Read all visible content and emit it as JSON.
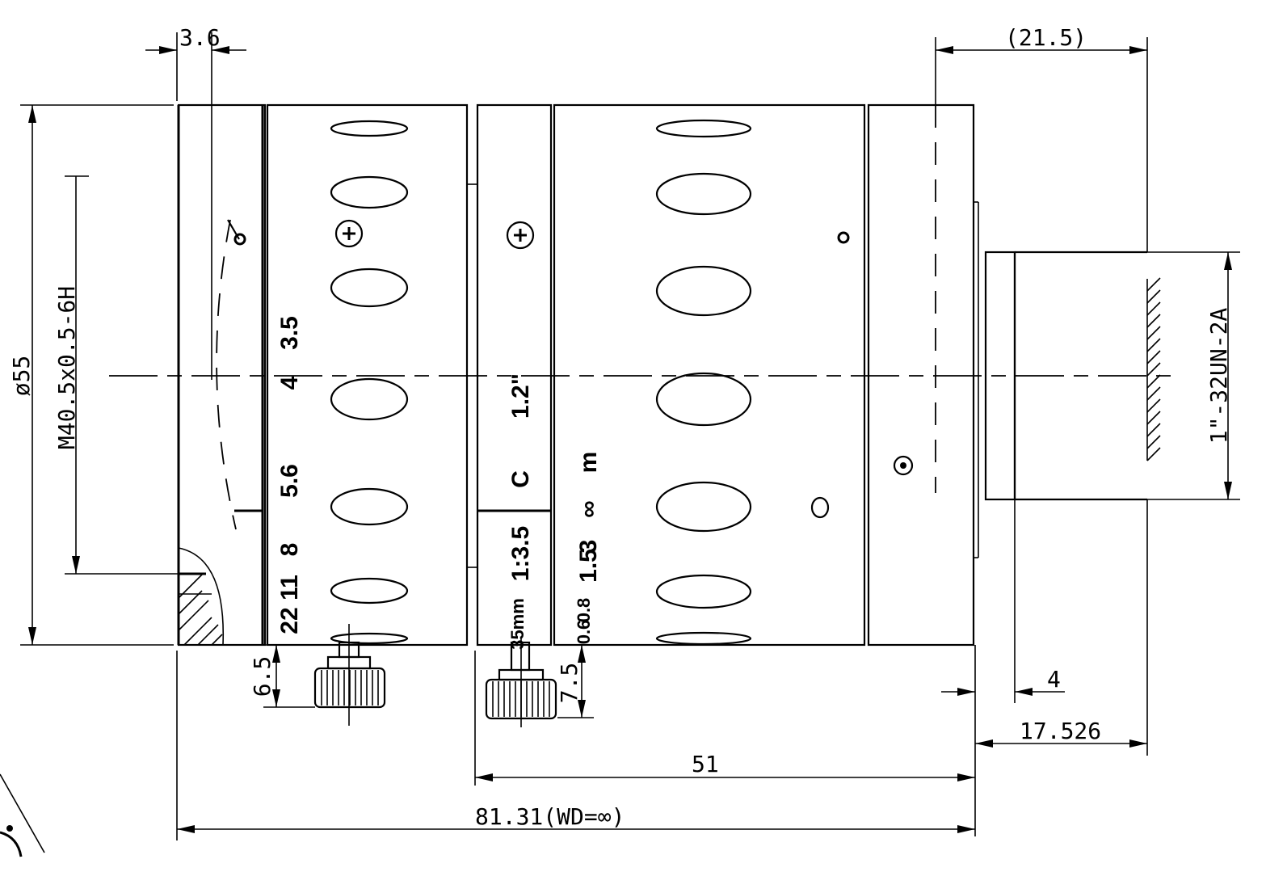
{
  "dimensions": {
    "d_3_6": "3.6",
    "d_21_5": "(21.5)",
    "d_diam55": "ø55",
    "d_thread_front": "M40.5x0.5-6H",
    "d_thread_mount": "1\"-32UN-2A",
    "d_6_5": "6.5",
    "d_7_5": "7.5",
    "d_4": "4",
    "d_17_526": "17.526",
    "d_51": "51",
    "d_total": "81.31(WD=∞)"
  },
  "aperture_scale": {
    "values": [
      "3.5",
      "4",
      "5.6",
      "8",
      "11",
      "22"
    ]
  },
  "mount_ring": {
    "format": "1.2\"",
    "mount": "C",
    "ratio": "1:3.5",
    "name": "35mm"
  },
  "focus_scale": {
    "unit": "m",
    "values": [
      "∞",
      "3",
      "1.5",
      "0.8",
      "0.6"
    ]
  }
}
